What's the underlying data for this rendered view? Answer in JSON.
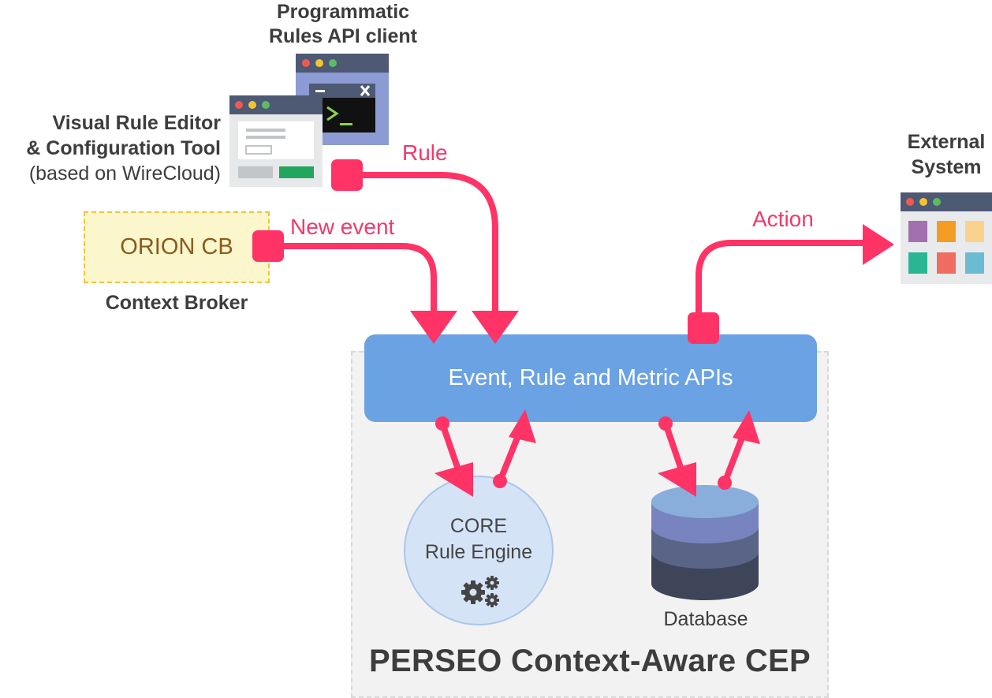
{
  "perseo": {
    "title": "PERSEO Context-Aware CEP"
  },
  "apis": {
    "label": "Event, Rule and Metric APIs"
  },
  "core": {
    "line1": "CORE",
    "line2": "Rule Engine",
    "icon": "gears-icon"
  },
  "database": {
    "label": "Database",
    "icon": "database-icon"
  },
  "orion": {
    "label": "ORION CB",
    "subtitle": "Context Broker"
  },
  "visual_editor": {
    "line1": "Visual Rule Editor",
    "line2": "& Configuration Tool",
    "line3": "(based on WireCloud)"
  },
  "programmatic": {
    "line1": "Programmatic",
    "line2": "Rules API client"
  },
  "external": {
    "line1": "External",
    "line2": "System"
  },
  "arrows": {
    "rule": "Rule",
    "new_event": "New event",
    "action": "Action"
  },
  "colors": {
    "accent": "#ff3366",
    "api_bar": "#6aa2e4",
    "orion_fill": "#fbf6cc",
    "orion_border": "#f0c53c",
    "orion_text": "#8b5a1b"
  }
}
